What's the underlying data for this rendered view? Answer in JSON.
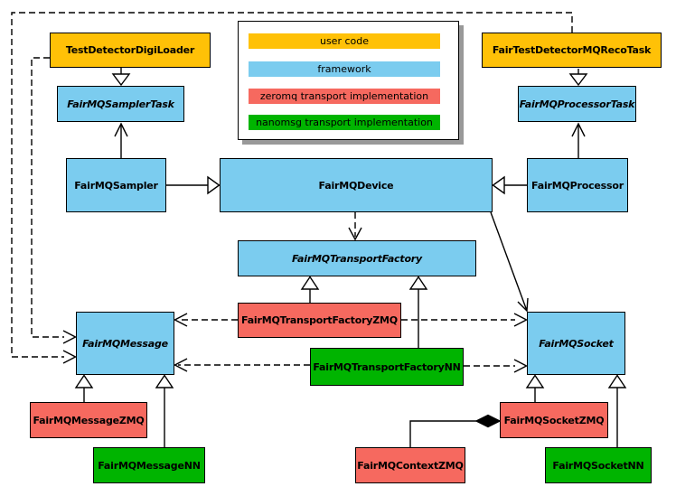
{
  "colors": {
    "user_code": "#ffc107",
    "framework": "#7bccef",
    "zeromq": "#f6695f",
    "nanomsg": "#00b400",
    "line": "#000000",
    "background": "#ffffff",
    "legend_shadow": "#999999"
  },
  "legend": {
    "items": [
      {
        "label": "user code"
      },
      {
        "label": "framework"
      },
      {
        "label": "zeromq transport implementation"
      },
      {
        "label": "nanomsg transport implementation"
      }
    ]
  },
  "nodes": {
    "test_detector_digi_loader": "TestDetectorDigiLoader",
    "fair_test_detector_mq_reco_task": "FairTestDetectorMQRecoTask",
    "fairmq_sampler_task": "FairMQSamplerTask",
    "fairmq_processor_task": "FairMQProcessorTask",
    "fairmq_sampler": "FairMQSampler",
    "fairmq_device": "FairMQDevice",
    "fairmq_processor": "FairMQProcessor",
    "fairmq_transport_factory": "FairMQTransportFactory",
    "fairmq_transport_factory_zmq": "FairMQTransportFactoryZMQ",
    "fairmq_transport_factory_nn": "FairMQTransportFactoryNN",
    "fairmq_message": "FairMQMessage",
    "fairmq_socket": "FairMQSocket",
    "fairmq_message_zmq": "FairMQMessageZMQ",
    "fairmq_message_nn": "FairMQMessageNN",
    "fairmq_socket_zmq": "FairMQSocketZMQ",
    "fairmq_socket_nn": "FairMQSocketNN",
    "fairmq_context_zmq": "FairMQContextZMQ"
  }
}
